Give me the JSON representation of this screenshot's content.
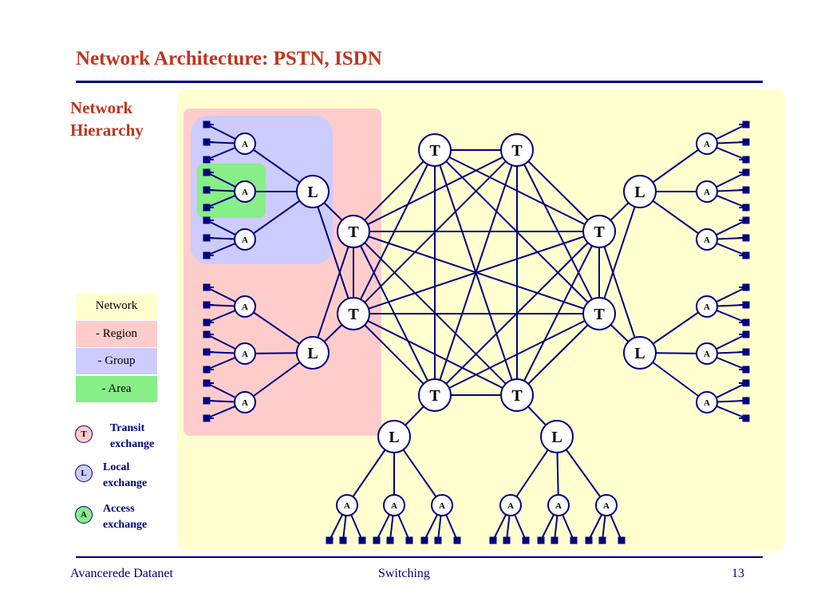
{
  "slide": {
    "title": "Network Architecture: PSTN, ISDN",
    "side_title_line1": "Network",
    "side_title_line2": "Hierarchy"
  },
  "legend": {
    "network": "Network",
    "region": "- Region",
    "group": "- Group",
    "area": "- Area",
    "colors": {
      "network": "#ffffd0",
      "region": "#ffcccc",
      "group": "#ccccff",
      "area": "#88ee88"
    }
  },
  "key": {
    "transit": {
      "letter": "T",
      "line1": "Transit",
      "line2": "exchange",
      "color": "#ffcccc"
    },
    "local": {
      "letter": "L",
      "line1": "Local",
      "line2": "exchange",
      "color": "#ccccff"
    },
    "access": {
      "letter": "A",
      "line1": "Access",
      "line2": "exchange",
      "color": "#88ee88"
    }
  },
  "diagram": {
    "transit_label": "T",
    "local_label": "L",
    "access_label": "A",
    "line_color": "#000080"
  },
  "footer": {
    "left": "Avancerede Datanet",
    "center": "Switching",
    "page": "13"
  }
}
